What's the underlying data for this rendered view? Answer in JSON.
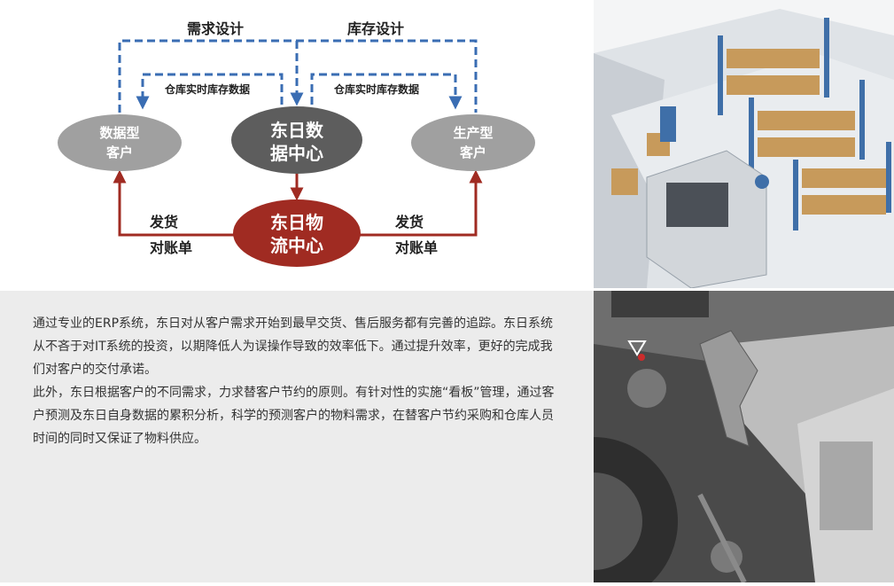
{
  "diagram": {
    "top_labels": {
      "demand_design": "需求设计",
      "inventory_design": "库存设计"
    },
    "inner_labels": {
      "left": "仓库实时库存数据",
      "right": "仓库实时库存数据"
    },
    "nodes": {
      "data_customer": {
        "line1": "数据型",
        "line2": "客户"
      },
      "data_center": {
        "line1": "东日数",
        "line2": "据中心"
      },
      "production_customer": {
        "line1": "生产型",
        "line2": "客户"
      },
      "logistics_center": {
        "line1": "东日物",
        "line2": "流中心"
      }
    },
    "flow_labels": {
      "left_ship": "发货",
      "left_statement": "对账单",
      "right_ship": "发货",
      "right_statement": "对账单"
    },
    "colors": {
      "dashed_blue": "#3a6db3",
      "red": "#a02b22",
      "dark_ellipse": "#5d5d5d",
      "light_ellipse": "#a0a0a0"
    }
  },
  "content": {
    "paragraph1": "通过专业的ERP系统，东日对从客户需求开始到最早交货、售后服务都有完善的追踪。东日系统从不吝于对IT系统的投资，以期降低人为误操作导致的效率低下。通过提升效率，更好的完成我们对客户的交付承诺。",
    "paragraph2": "此外，东日根据客户的不同需求，力求替客户节约的原则。有针对性的实施“看板”管理，通过客户预测及东日自身数据的累积分析，科学的预测客户的物料需求，在替客户节约采购和仓库人员时间的同时又保证了物料供应。"
  },
  "images": {
    "warehouse": "warehouse-illustration",
    "machine": "machine-closeup-photo"
  }
}
